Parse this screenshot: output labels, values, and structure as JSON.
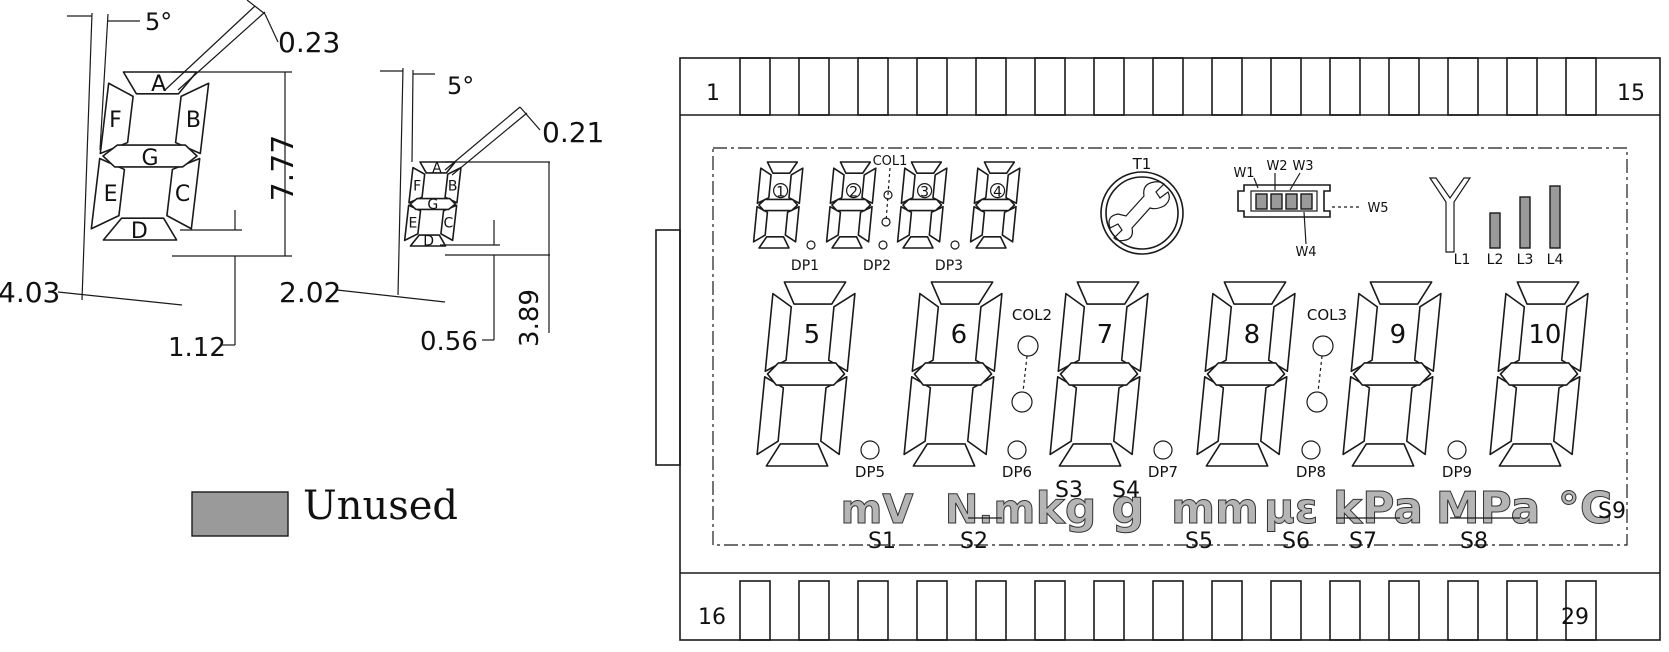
{
  "small_digit_dims": {
    "slant": "5°",
    "stroke": "0.23",
    "height": "7.77",
    "width": "4.03",
    "dp_height": "1.12",
    "segments": [
      "A",
      "B",
      "C",
      "D",
      "E",
      "F",
      "G"
    ]
  },
  "tiny_digit_dims": {
    "slant": "5°",
    "stroke": "0.21",
    "height": "3.89",
    "width": "2.02",
    "dp_height": "0.56",
    "segments": [
      "A",
      "B",
      "C",
      "D",
      "E",
      "F",
      "G"
    ]
  },
  "legend": {
    "label": "Unused",
    "color": "#9a9a9a"
  },
  "lcd": {
    "pin_top_first": "1",
    "pin_top_last": "15",
    "pin_bottom_first": "16",
    "pin_bottom_last": "29",
    "small_digits": [
      "1",
      "2",
      "3",
      "4"
    ],
    "small_dps": [
      "DP1",
      "DP2",
      "DP3"
    ],
    "col1": "COL1",
    "tool": "T1",
    "wifi": [
      "W1",
      "W2",
      "W3",
      "W4",
      "W5"
    ],
    "levels": [
      "L1",
      "L2",
      "L3",
      "L4"
    ],
    "big_digits": [
      "5",
      "6",
      "7",
      "8",
      "9",
      "10"
    ],
    "big_dps": [
      "DP5",
      "DP6",
      "DP7",
      "DP8",
      "DP9"
    ],
    "col2": "COL2",
    "col3": "COL3",
    "units": [
      "mV",
      "N.m",
      "kg",
      "g",
      "mm",
      "με",
      "kPa",
      "MPa",
      "°C"
    ],
    "unit_segments": [
      "S1",
      "S2",
      "S3",
      "S4",
      "S5",
      "S6",
      "S7",
      "S8",
      "S9"
    ]
  }
}
